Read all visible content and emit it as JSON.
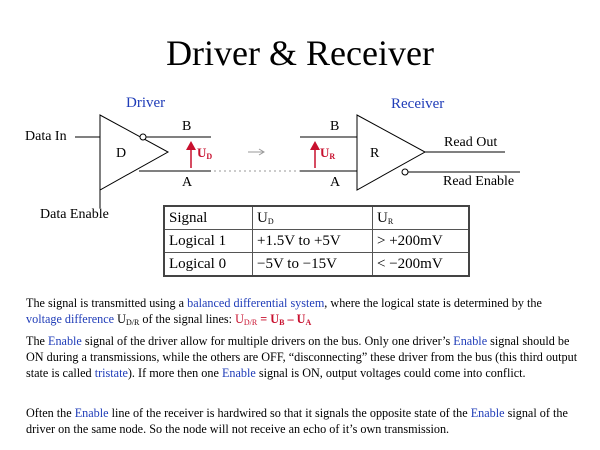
{
  "title": "Driver & Receiver",
  "diagram": {
    "driver_label": "Driver",
    "receiver_label": "Receiver",
    "data_in": "Data In",
    "data_enable": "Data Enable",
    "driver_symbol": "D",
    "receiver_symbol": "R",
    "line_b": "B",
    "line_a": "A",
    "ud_label": "U",
    "ud_sub": "D",
    "ur_label": "U",
    "ur_sub": "R",
    "read_out": "Read Out",
    "read_enable": "Read Enable",
    "colors": {
      "accent_blue": "#1f3cb8",
      "voltage_red": "#c8102e"
    }
  },
  "table": {
    "headers": [
      "Signal",
      "U",
      "U"
    ],
    "header_subs": [
      "",
      "D",
      "R"
    ],
    "rows": [
      [
        "Logical 1",
        "+1.5V to +5V",
        "> +200mV"
      ],
      [
        "Logical 0",
        "−5V to −15V",
        "< −200mV"
      ]
    ]
  },
  "paragraphs": {
    "p1": {
      "t1": "The signal is transmitted using a ",
      "l1": "balanced differential system",
      "t2": ", where the logical state is determined by the ",
      "l2": "voltage difference",
      "t3": " U",
      "s1": "D/R",
      "t4": " of the signal lines: ",
      "u1": "U",
      "u1s": "D/R",
      "u2": " = U",
      "u2s": "B",
      "u3": " – U",
      "u3s": "A"
    },
    "p2": {
      "t1": "The ",
      "l1": "Enable",
      "t2": " signal of the driver allow for multiple drivers on the bus. Only one driver’s ",
      "l2": "Enable",
      "t3": " signal should be ON during a transmissions, while the others are OFF, “disconnecting” these driver from the bus (this third output state is called ",
      "l3": "tristate",
      "t4": "). If more then one ",
      "l4": "Enable",
      "t5": " signal is ON, output voltages could come into conflict."
    },
    "p3": {
      "t1": "Often the ",
      "l1": "Enable",
      "t2": " line of the receiver is hardwired so that it signals the opposite state of the ",
      "l2": "Enable",
      "t3": " signal of the driver on the same node. So the node will not receive an echo of it’s own transmission."
    }
  }
}
